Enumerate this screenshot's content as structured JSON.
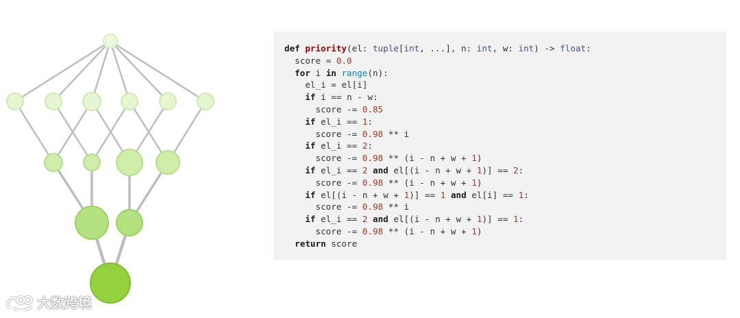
{
  "colors": {
    "edge": "#bdbdbd",
    "node_level_0": {
      "fill": "#ecf8dd",
      "stroke": "#d8efc0"
    },
    "node_level_1": {
      "fill": "#e6f5d2",
      "stroke": "#cfeab0"
    },
    "node_level_2": {
      "fill": "#cfeda8",
      "stroke": "#b5e08a"
    },
    "node_level_3": {
      "fill": "#b4e180",
      "stroke": "#9bd25e"
    },
    "node_level_4": {
      "fill": "#95d13e",
      "stroke": "#7fc02d"
    },
    "code_background": "#f2f2f2"
  },
  "watermark": {
    "icon": "cloud-logo-icon",
    "text": "大数跨境"
  },
  "code": {
    "language": "python",
    "lines": [
      "def priority(el: tuple[int, ...], n: int, w: int) -> float:",
      "  score = 0.0",
      "  for i in range(n):",
      "    el_i = el[i]",
      "    if i == n - w:",
      "      score -= 0.85",
      "    if el_i == 1:",
      "      score -= 0.98 ** i",
      "    if el_i == 2:",
      "      score -= 0.98 ** (i - n + w + 1)",
      "    if el_i == 2 and el[(i - n + w + 1)] == 2:",
      "      score -= 0.98 ** (i - n + w + 1)",
      "    if el[(i - n + w + 1)] == 1 and el[i] == 1:",
      "      score -= 0.98 ** i",
      "    if el_i == 2 and el[(i - n + w + 1)] == 1:",
      "      score -= 0.98 ** (i - n + w + 1)",
      "  return score"
    ]
  }
}
